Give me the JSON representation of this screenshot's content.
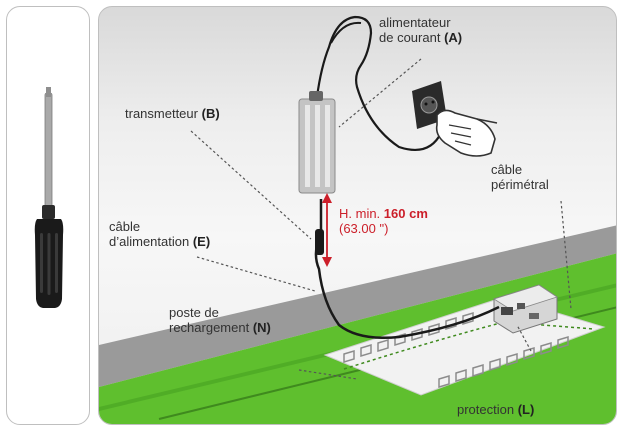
{
  "labels": {
    "power_supply_line1": "alimentateur",
    "power_supply_line2": "de courant",
    "power_supply_code": "(A)",
    "transmitter": "transmetteur",
    "transmitter_code": "(B)",
    "perimeter_line1": "câble",
    "perimeter_line2": "périmétral",
    "height_prefix": "H. min.",
    "height_value": "160 cm",
    "height_inches": "(63.00 \")",
    "power_cable_line1": "câble",
    "power_cable_line2": "d’alimentation",
    "power_cable_code": "(E)",
    "station_line1": "poste de",
    "station_line2": "rechargement",
    "station_code": "(N)",
    "protection": "protection",
    "protection_code": "(L)"
  },
  "icons": {
    "tool": "screwdriver-icon"
  },
  "colors": {
    "accent": "#cc1f2a",
    "grass": "#5fbf2e",
    "panel_border": "#bfbfbf"
  }
}
